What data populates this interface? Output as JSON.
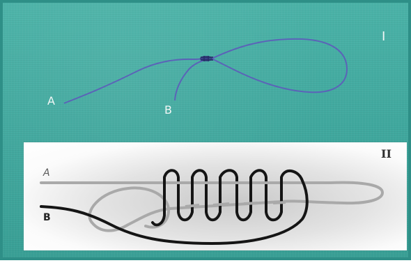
{
  "panels": [
    {
      "label": "I",
      "end_a": "A",
      "end_b": "B",
      "line_color": "#5b63b8",
      "background_color": "#45ada2"
    },
    {
      "label": "II",
      "end_a": "A",
      "end_b": "B",
      "strand_a_color": "#a9a9a9",
      "strand_b_color": "#151515",
      "background_color": "#ffffff"
    }
  ]
}
